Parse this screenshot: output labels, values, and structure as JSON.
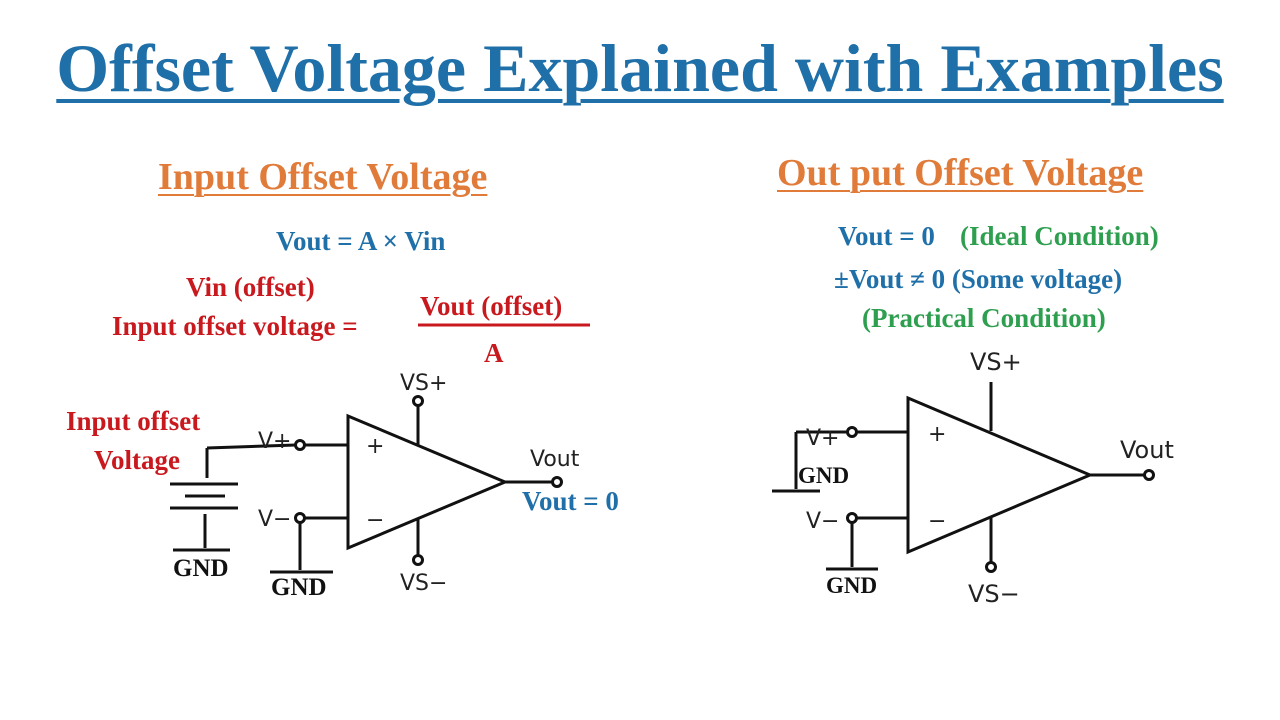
{
  "title": "Offset Voltage Explained with Examples",
  "colors": {
    "title": "#1f6fa8",
    "heading": "#e07b39",
    "red": "#c8191f",
    "blue": "#1f6fa8",
    "green": "#2e9e4f"
  },
  "left_panel": {
    "heading": "Input Offset Voltage",
    "equation_main": "Vout =  A × Vin",
    "vin_offset_label": "Vin (offset)",
    "offset_lhs": "Input offset voltage =",
    "fraction_numerator": "Vout (offset)",
    "fraction_denominator": "A",
    "input_offset_label_line1": "Input offset",
    "input_offset_label_line2": "Voltage",
    "gnd_battery": "GND",
    "gnd_minus": "GND",
    "vout_result": "Vout = 0",
    "opamp": {
      "vs_plus": "VS+",
      "vs_minus": "VS−",
      "v_plus": "V+",
      "v_minus": "V−",
      "vout": "Vout",
      "plus_sign": "+",
      "minus_sign": "−"
    }
  },
  "right_panel": {
    "heading": "Out put Offset Voltage",
    "ideal_eq": "Vout = 0",
    "ideal_note": "(Ideal Condition)",
    "practical_eq": "±Vout ≠ 0 (Some voltage)",
    "practical_note": "(Practical Condition)",
    "gnd_plus": "GND",
    "gnd_minus": "GND",
    "opamp": {
      "vs_plus": "VS+",
      "vs_minus": "VS−",
      "v_plus": "V+",
      "v_minus": "V−",
      "vout": "Vout",
      "plus_sign": "+",
      "minus_sign": "−"
    }
  }
}
